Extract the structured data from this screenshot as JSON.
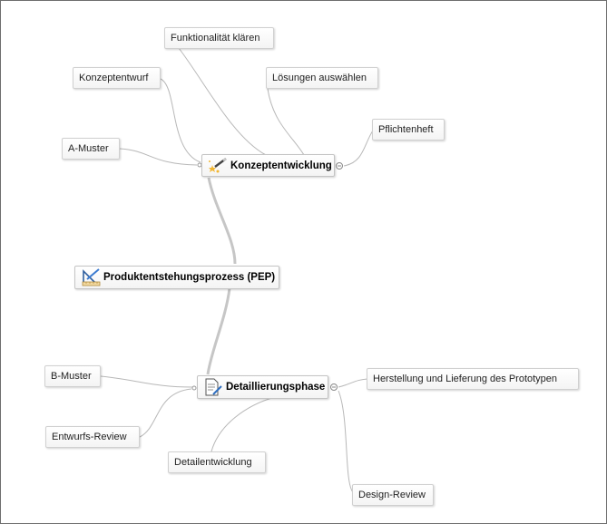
{
  "root": {
    "label": "Produktentstehungsprozess (PEP)",
    "icon": "set-square-ruler-icon"
  },
  "branches": [
    {
      "label": "Konzeptentwicklung",
      "icon": "magic-wand-icon",
      "children": [
        "Funktionalität klären",
        "Konzeptentwurf",
        "Lösungen auswählen",
        "Pflichtenheft",
        "A-Muster"
      ]
    },
    {
      "label": "Detaillierungsphase",
      "icon": "document-pen-icon",
      "children": [
        "B-Muster",
        "Entwurfs-Review",
        "Detailentwicklung",
        "Herstellung und Lieferung des Prototypen",
        "Design-Review"
      ]
    }
  ],
  "colors": {
    "link": "#b8b8b8",
    "trunk": "#c6c6c6",
    "border": "#d0d0d0"
  }
}
